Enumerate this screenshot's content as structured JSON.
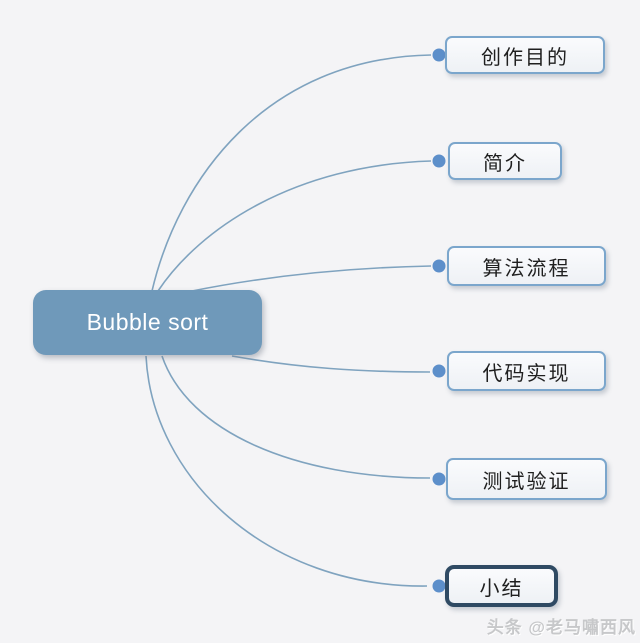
{
  "root": {
    "label": "Bubble sort"
  },
  "branches": [
    {
      "label": "创作目的",
      "selected": false
    },
    {
      "label": "简介",
      "selected": false
    },
    {
      "label": "算法流程",
      "selected": false
    },
    {
      "label": "代码实现",
      "selected": false
    },
    {
      "label": "测试验证",
      "selected": false
    },
    {
      "label": "小结",
      "selected": true
    }
  ],
  "watermark": {
    "text": "头条 @老马嘯西风"
  },
  "colors": {
    "background": "#f4f4f6",
    "root_fill": "#6f99ba",
    "root_text": "#ffffff",
    "branch_border": "#7ba6cc",
    "branch_selected_border": "#2f4a63",
    "branch_fill": "#f2f4f7",
    "branch_text": "#1f1f1f",
    "connector_line": "#7fa3bf",
    "connector_dot": "#5d8fca",
    "watermark_text_color": "#c7c8ca"
  }
}
